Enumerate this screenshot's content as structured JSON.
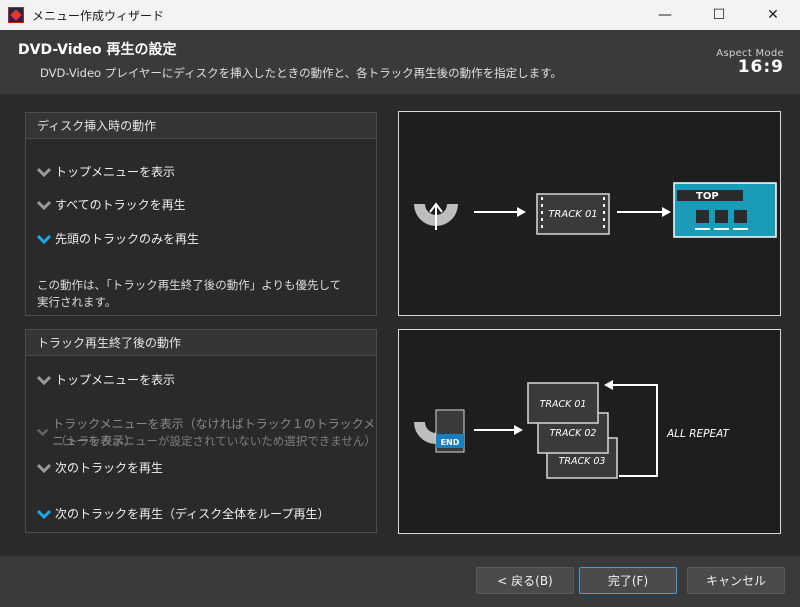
{
  "window": {
    "title": "メニュー作成ウィザード",
    "minimize": "—",
    "maximize": "☐",
    "close": "✕"
  },
  "header": {
    "title": "DVD-Video 再生の設定",
    "subtitle": "DVD-Video プレイヤーにディスクを挿入したときの動作と、各トラック再生後の動作を指定します。",
    "aspect_label": "Aspect Mode",
    "aspect_value": "16:9"
  },
  "insert_panel": {
    "heading": "ディスク挿入時の動作",
    "options": [
      {
        "label": "トップメニューを表示",
        "selected": false
      },
      {
        "label": "すべてのトラックを再生",
        "selected": false
      },
      {
        "label": "先頭のトラックのみを再生",
        "selected": true
      }
    ],
    "note_line1": "この動作は、「トラック再生終了後の動作」よりも優先して",
    "note_line2": "実行されます。"
  },
  "after_panel": {
    "heading": "トラック再生終了後の動作",
    "options": [
      {
        "label": "トップメニューを表示",
        "selected": false
      },
      {
        "label": "トラックメニューを表示（なければトラック１のトラックメニューを表示）",
        "selected": false,
        "disabled": true
      },
      {
        "label": "次のトラックを再生",
        "selected": false
      },
      {
        "label": "次のトラックを再生（ディスク全体をループ再生）",
        "selected": true
      }
    ],
    "disabled_note": "（トラックメニューが設定されていないため選択できません）"
  },
  "preview_top": {
    "track_label": "TRACK 01",
    "menu_label": "TOP"
  },
  "preview_bottom": {
    "end_label": "END",
    "tracks": [
      "TRACK 01",
      "TRACK 02",
      "TRACK 03"
    ],
    "repeat_label": "ALL REPEAT"
  },
  "footer": {
    "back_label": "<  戻る(B)",
    "finish_label": "完了(F)",
    "cancel_label": "キャンセル"
  },
  "colors": {
    "accent_chevron": "#1ea7e6",
    "inactive_chevron": "#9a9a9a",
    "menu_teal": "#1a9bb8"
  }
}
